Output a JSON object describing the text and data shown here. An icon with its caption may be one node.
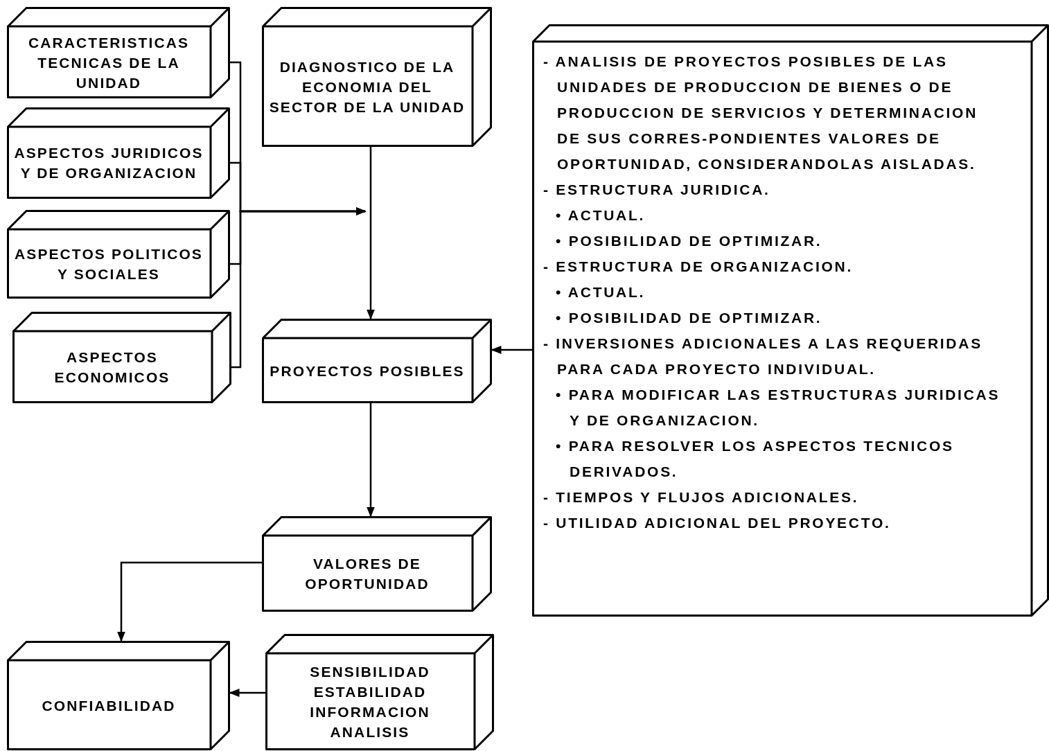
{
  "diagram": {
    "nodes": [
      {
        "text": [
          "CARACTERISTICAS TECNICAS DE LA UNIDAD"
        ]
      },
      {
        "text": [
          "ASPECTOS JURIDICOS Y DE ORGANIZACION"
        ]
      },
      {
        "text": [
          "ASPECTOS POLITICOS Y SOCIALES"
        ]
      },
      {
        "text": [
          "ASPECTOS ECONOMICOS"
        ]
      },
      {
        "text": [
          "DIAGNOSTICO DE LA ECONOMIA DEL SECTOR DE LA UNIDAD"
        ]
      },
      {
        "text": [
          "PROYECTOS POSIBLES"
        ]
      },
      {
        "text": [
          "- ANALISIS DE PROYECTOS POSIBLES DE LAS UNIDADES DE PRODUCCION DE BIENES O DE PRODUCCION DE SERVICIOS Y DETERMINACION DE SUS CORRES-PONDIENTES VALORES DE OPORTUNIDAD, CONSIDERANDOLAS AISLADAS.",
          "- ESTRUCTURA JURIDICA.",
          "• ACTUAL.",
          "• POSIBILIDAD DE OPTIMIZAR.",
          "- ESTRUCTURA DE ORGANIZACION.",
          "• ACTUAL.",
          "• POSIBILIDAD DE OPTIMIZAR.",
          "- INVERSIONES ADICIONALES A LAS REQUERIDAS PARA CADA PROYECTO INDIVIDUAL.",
          "• PARA MODIFICAR LAS ESTRUCTURAS JURIDICAS Y DE ORGANIZACION.",
          "• PARA RESOLVER LOS ASPECTOS TECNICOS DERIVADOS.",
          "- TIEMPOS Y FLUJOS ADICIONALES.",
          "- UTILIDAD ADICIONAL DEL PROYECTO."
        ]
      },
      {
        "text": [
          "VALORES DE OPORTUNIDAD"
        ]
      },
      {
        "text": [
          "CONFIABILIDAD"
        ]
      },
      {
        "text": [
          "SENSIBILIDAD ESTABILIDAD INFORMACION ANALISIS"
        ]
      }
    ],
    "edges": [
      {
        "from": 0,
        "to": null,
        "arrow": "to"
      },
      {
        "from": 1,
        "to": null,
        "arrow": "to"
      },
      {
        "from": 2,
        "to": null,
        "arrow": "to"
      },
      {
        "from": 3,
        "to": null,
        "arrow": "to"
      },
      {
        "from": 4,
        "to": 5,
        "arrow": "to"
      },
      {
        "from": 6,
        "to": 5,
        "arrow": "to"
      },
      {
        "from": 5,
        "to": 7,
        "arrow": "to"
      },
      {
        "from": 7,
        "to": 8,
        "arrow": "to"
      },
      {
        "from": 9,
        "to": 8,
        "arrow": "to"
      }
    ]
  }
}
